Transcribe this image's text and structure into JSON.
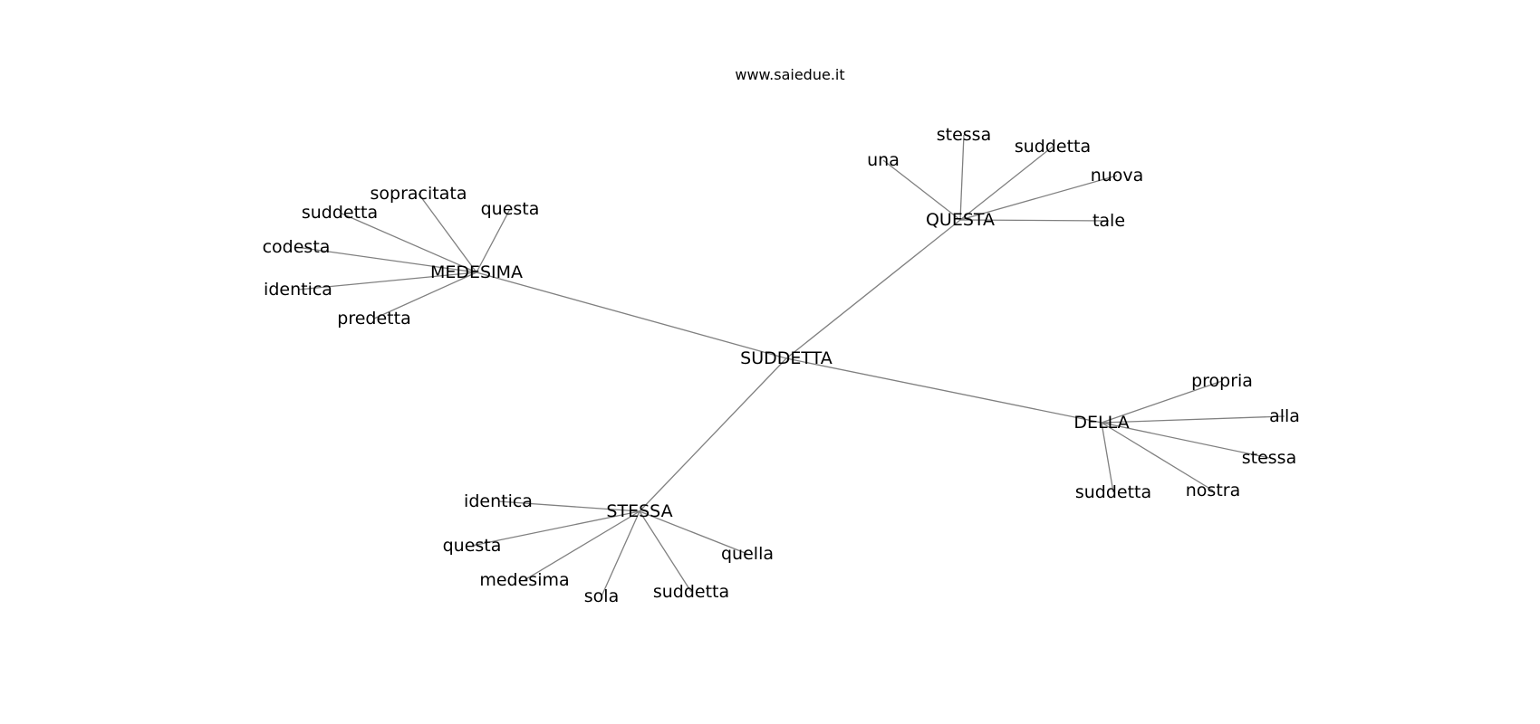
{
  "watermark": "www.saiedue.it",
  "graph": {
    "center": {
      "id": "suddetta_center",
      "label": "SUDDETTA"
    },
    "hubs": [
      {
        "id": "medesima",
        "label": "MEDESIMA",
        "leaves": [
          "sopracitata",
          "questa",
          "suddetta",
          "codesta",
          "identica",
          "predetta"
        ]
      },
      {
        "id": "questa_hub",
        "label": "QUESTA",
        "leaves": [
          "una",
          "stessa",
          "suddetta",
          "nuova",
          "tale"
        ]
      },
      {
        "id": "della",
        "label": "DELLA",
        "leaves": [
          "propria",
          "alla",
          "stessa",
          "nostra",
          "suddetta"
        ]
      },
      {
        "id": "stessa_hub",
        "label": "STESSA",
        "leaves": [
          "identica",
          "questa",
          "medesima",
          "sola",
          "suddetta",
          "quella"
        ]
      }
    ]
  }
}
